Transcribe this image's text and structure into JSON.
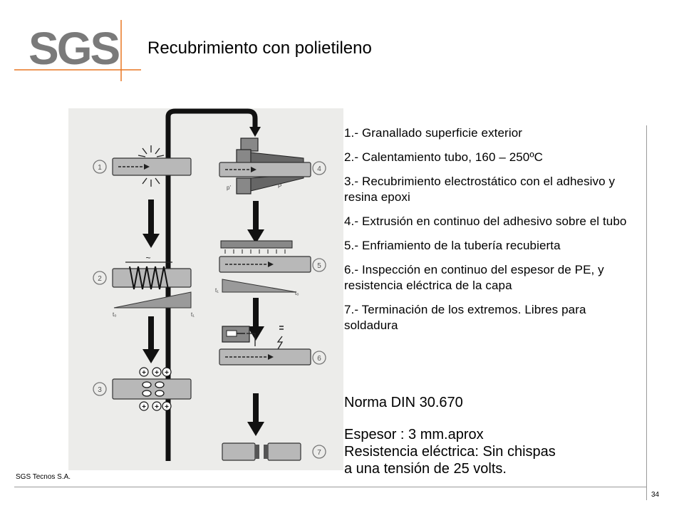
{
  "logo": {
    "text": "SGS",
    "color": "#7a7a7a",
    "accent": "#e87722"
  },
  "title": "Recubrimiento con polietileno",
  "steps": [
    "1.- Granallado superficie exterior",
    "2.- Calentamiento tubo, 160 – 250ºC",
    "3.- Recubrimiento electrostático con el adhesivo y resina epoxi",
    "4.- Extrusión en continuo del adhesivo sobre el tubo",
    "5.- Enfriamiento de la tubería recubierta",
    "6.- Inspección en continuo del espesor de PE, y resistencia eléctrica de la capa",
    "7.- Terminación de los extremos. Libres para soldadura"
  ],
  "norma": "Norma DIN 30.670",
  "spec": {
    "espesor": "Espesor : 3 mm.aprox",
    "resistencia": "Resistencia eléctrica: Sin chispas",
    "tension": "a una tensión de 25 volts."
  },
  "diagram": {
    "step_numbers": [
      "1",
      "2",
      "3",
      "4",
      "5",
      "6",
      "7"
    ],
    "labels": {
      "t0": "t₀",
      "t1": "t₁",
      "p": "p'",
      "P": "P"
    },
    "background": "#ececea"
  },
  "footer": {
    "company": "SGS Tecnos S.A.",
    "page": "34"
  }
}
